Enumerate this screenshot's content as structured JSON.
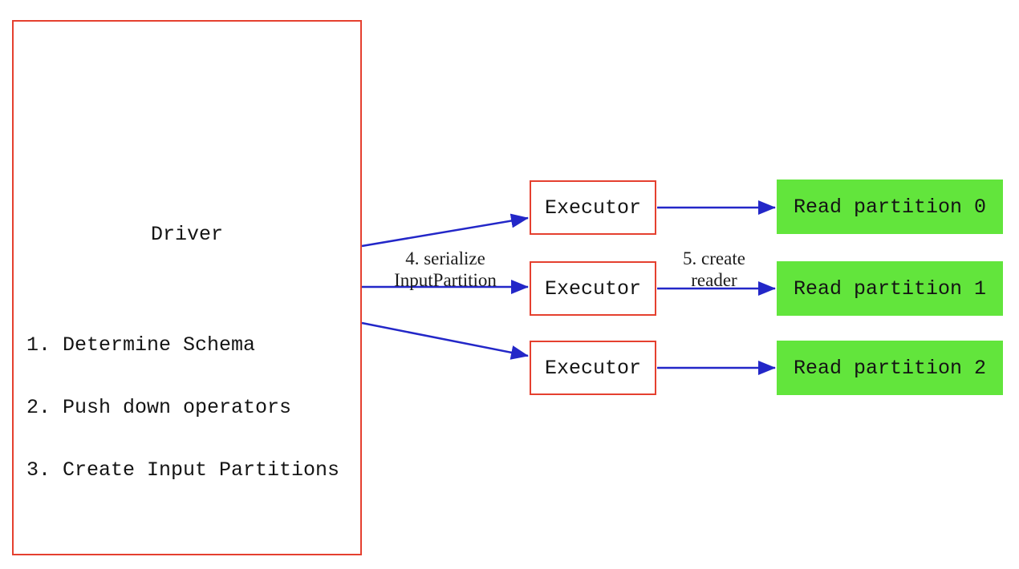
{
  "diagram": {
    "driver": {
      "title": "Driver",
      "steps": [
        "1. Determine Schema",
        "2. Push down operators",
        "3. Create Input Partitions"
      ]
    },
    "executors": [
      {
        "label": "Executor"
      },
      {
        "label": "Executor"
      },
      {
        "label": "Executor"
      }
    ],
    "partitions": [
      {
        "label": "Read partition 0"
      },
      {
        "label": "Read partition 1"
      },
      {
        "label": "Read partition 2"
      }
    ],
    "edge_labels": {
      "serialize": {
        "line1": "4. serialize",
        "line2": "InputPartition"
      },
      "create_reader": {
        "line1": "5. create",
        "line2": "reader"
      }
    },
    "colors": {
      "box_border_red": "#e5402f",
      "arrow_blue": "#2327c8",
      "partition_green": "#62e53c",
      "text_black": "#141414",
      "background": "#ffffff"
    }
  }
}
